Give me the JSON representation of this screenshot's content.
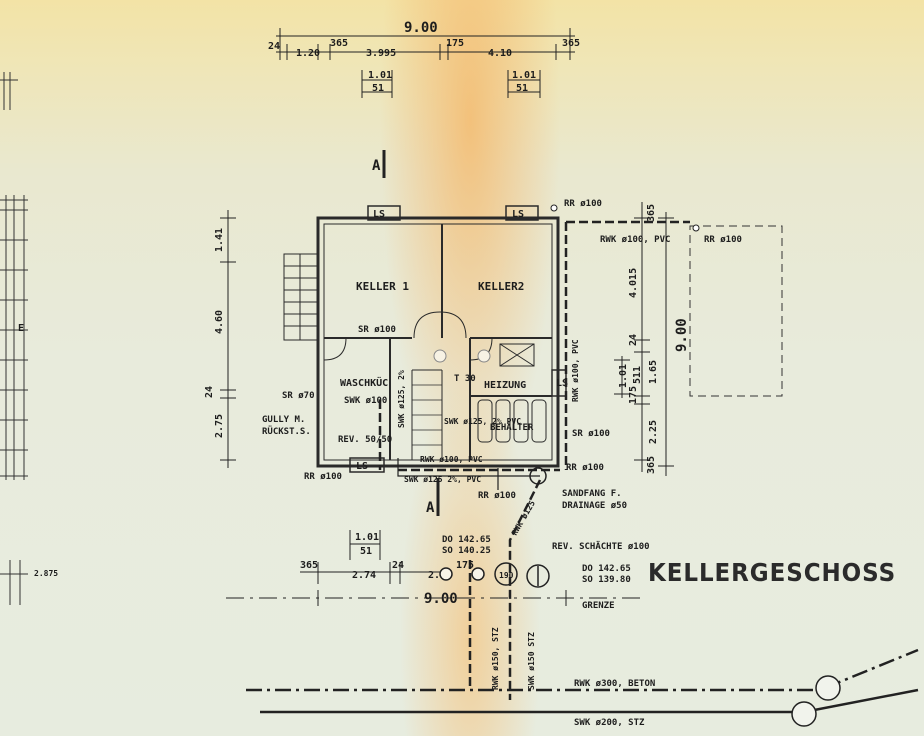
{
  "title": "KELLERGESCHOSS",
  "rooms": {
    "keller1": "KELLER 1",
    "keller2": "KELLER2",
    "waschkueche": "WASCHKÜC",
    "heizung": "HEIZUNG",
    "behaelter": "BEHÄLTER"
  },
  "top_dims": {
    "total": "9.00",
    "seg_a": "24",
    "seg_b": "1.20",
    "seg_c": "365",
    "seg_d": "3.995",
    "seg_e": "175",
    "seg_f": "4.10",
    "seg_g": "365",
    "win1_a": "1.01",
    "win1_b": "51",
    "win2_a": "1.01",
    "win2_b": "51"
  },
  "left_dims": {
    "d1": "1.41",
    "d2": "4.60",
    "d3": "24",
    "d4": "2.75"
  },
  "right_dims": {
    "d1": "365",
    "d2": "4.015",
    "d3": "24",
    "d4": "1.01",
    "d5": "511",
    "d6": "1.65",
    "d7": "175",
    "d8": "2.25",
    "d9": "365",
    "total": "9.00"
  },
  "bottom_dims": {
    "a": "365",
    "b": "2.74",
    "c": "24",
    "d": "2.",
    "e": "175",
    "f": "1.01",
    "g": "51",
    "total": "9.00"
  },
  "section_marks": {
    "top": "A",
    "bottom": "A"
  },
  "labels": {
    "ls_1": "LS",
    "ls_2": "LS",
    "ls_3": "LS",
    "ls_4": "LS",
    "rr_top": "RR ø100",
    "rwk_top": "RWK ø100, PVC",
    "rr_right_top": "RR ø100",
    "sr_keller": "SR ø100",
    "sr_70": "SR ø70",
    "swk_wasch": "SWK ø100",
    "swk_125_vert": "SWK ø125, 2%",
    "rev": "REV. 50/50",
    "gully1": "GULLY M.",
    "gully2": "RÜCKST.S.",
    "t30": "T 30",
    "swk_heiz": "SWK ø125, 2% PVC",
    "rwk_vert": "RWK ø100, PVC",
    "sr_right": "SR ø100",
    "rr_left_bottom": "RR ø100",
    "rwk_bottom": "RWK ø100, PVC",
    "swk_bottom": "SWK ø125 2%, PVC",
    "rr_mid_bottom": "RR ø100",
    "rr_right_bottom": "RR ø100",
    "sandfang1": "SANDFANG F.",
    "sandfang2": "DRAINAGE ø50",
    "rwk_diag": "RWK ø125",
    "do1": "DO 142.65",
    "so1": "SO 140.25",
    "rev_schaechte": "REV. SCHÄCHTE ø100",
    "do2": "DO 142.65",
    "so2": "SO 139.80",
    "grenze": "GRENZE",
    "rwk_150": "RWK ø150, STZ",
    "swk_150": "SWK ø150 STZ",
    "rwk_300": "RWK ø300, BETON",
    "swk_200": "SWK ø200, STZ",
    "left_edge": "2.875",
    "ls_mark": "LS",
    "shaft_190": "190",
    "e_mark": "E"
  }
}
